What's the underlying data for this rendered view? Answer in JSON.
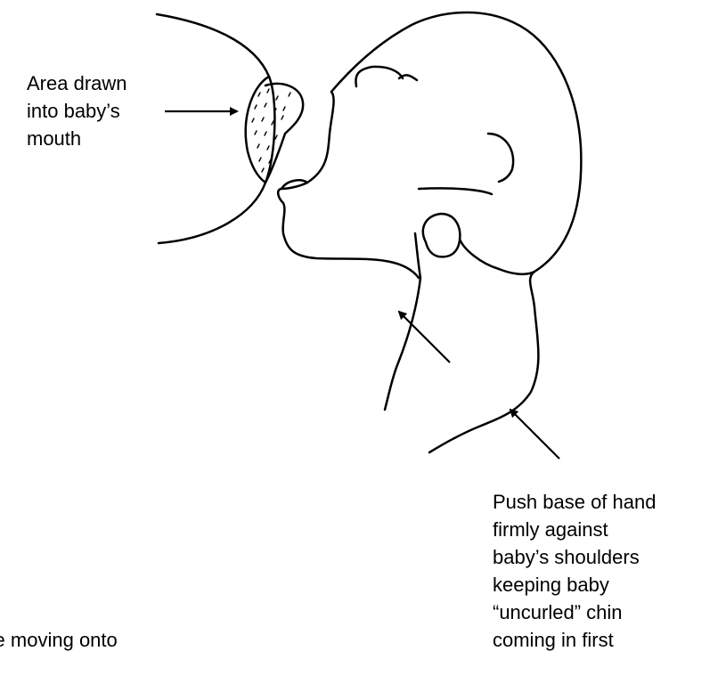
{
  "labels": {
    "area_drawn": "Area drawn\ninto baby’s\nmouth",
    "push_base": "Push base of hand\nfirmly against\nbaby’s shoulders\nkeeping baby\n“uncurled” chin\ncoming in first",
    "cutoff_text": "ore moving onto"
  },
  "colors": {
    "line": "#000000",
    "background": "#ffffff"
  }
}
